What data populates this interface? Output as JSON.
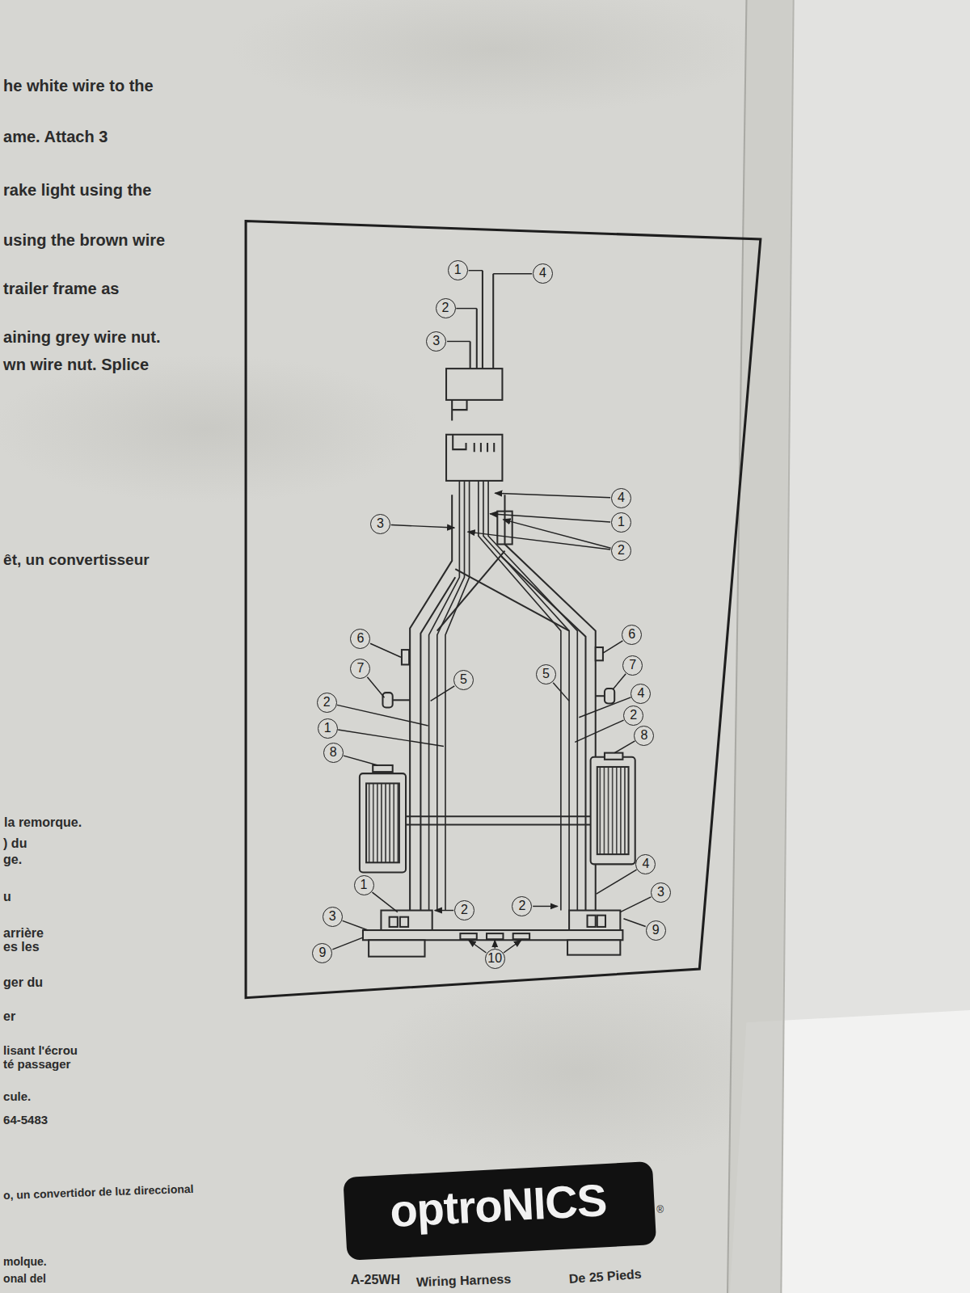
{
  "diagram": {
    "nodes": [
      {
        "text": [
          "optroNICS"
        ]
      }
    ],
    "labels": [
      "he white wire to the",
      "ame. Attach 3",
      "rake light using the",
      "using the brown wire",
      "trailer frame as",
      "aining grey wire nut.",
      "wn wire nut. Splice",
      "êt, un convertisseur",
      "la remorque.",
      ") du",
      "ge.",
      "u",
      "arrière",
      "es les",
      "ger du",
      "er",
      "lisant l'écrou",
      "té passager",
      "cule.",
      "64-5483",
      "o, un convertidor de luz direccional",
      "molque.",
      "onal del",
      "1",
      "4",
      "2",
      "3",
      "4",
      "3",
      "1",
      "2",
      "6",
      "6",
      "7",
      "7",
      "5",
      "5",
      "4",
      "2",
      "2",
      "1",
      "8",
      "8",
      "4",
      "1",
      "3",
      "2",
      "2",
      "3",
      "9",
      "9",
      "10",
      "®",
      "A-25WH",
      "Wiring Harness",
      "De 25 Pieds"
    ]
  }
}
